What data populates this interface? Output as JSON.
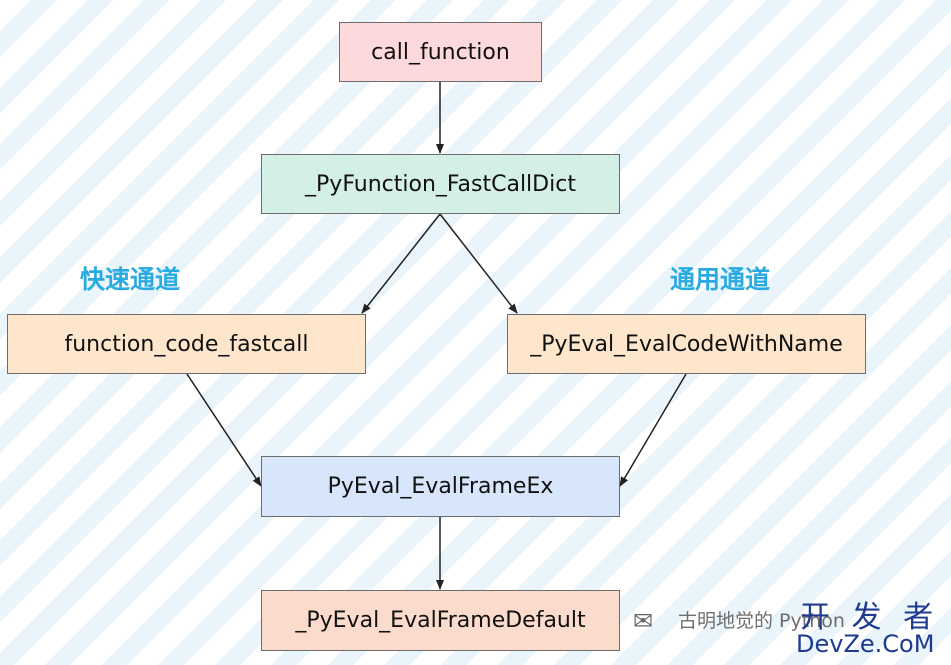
{
  "nodes": {
    "call_function": {
      "label": "call_function",
      "fill": "#fdd9dc"
    },
    "fastcalldict": {
      "label": "_PyFunction_FastCallDict",
      "fill": "#d3efe6"
    },
    "function_code_fastcall": {
      "label": "function_code_fastcall",
      "fill": "#fde6cc"
    },
    "evalcodewithname": {
      "label": "_PyEval_EvalCodeWithName",
      "fill": "#fde6cc"
    },
    "evalframeex": {
      "label": "PyEval_EvalFrameEx",
      "fill": "#d8e6fb"
    },
    "evalframedefault": {
      "label": "_PyEval_EvalFrameDefault",
      "fill": "#fbdccc"
    }
  },
  "labels": {
    "fast_path": "快速通道",
    "general_path": "通用通道"
  },
  "watermark": {
    "icon": "wechat-icon",
    "channel": "古明地觉的 Python",
    "brand_top": "开 发 者",
    "brand_bottom": "DevZe.CoM"
  },
  "colors": {
    "label_blue": "#29abe2",
    "stripe": "#eaf4fb",
    "edge": "#222222"
  }
}
